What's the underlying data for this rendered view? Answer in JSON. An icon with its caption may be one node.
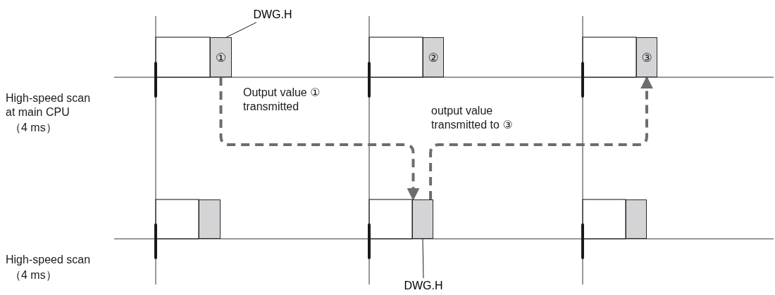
{
  "diagram": {
    "nodes": [
      {
        "text": [
          "DWG.H"
        ]
      },
      {
        "text": [
          "①"
        ]
      },
      {
        "text": [
          "②"
        ]
      },
      {
        "text": [
          "③"
        ]
      },
      {
        "text": [],
        "shape": "box"
      },
      {
        "text": [],
        "shape": "box"
      },
      {
        "text": [],
        "shape": "box"
      },
      {
        "text": [
          "DWG.H"
        ]
      }
    ],
    "edges": [
      {
        "from": 0,
        "to": 1,
        "arrow": "none"
      },
      {
        "from": 1,
        "to": 5,
        "arrow": "to",
        "style": "dashed",
        "color": "#6d6d6d",
        "label": "Output value ① transmitted"
      },
      {
        "from": 5,
        "to": 3,
        "arrow": "to",
        "style": "dashed",
        "color": "#6d6d6d",
        "label": "output value transmitted to ③"
      },
      {
        "from": 7,
        "to": 5,
        "arrow": "none"
      }
    ],
    "labels": [
      "High-speed scan at main CPU",
      "（4 ms）",
      "High-speed scan",
      "（4 ms）"
    ]
  }
}
